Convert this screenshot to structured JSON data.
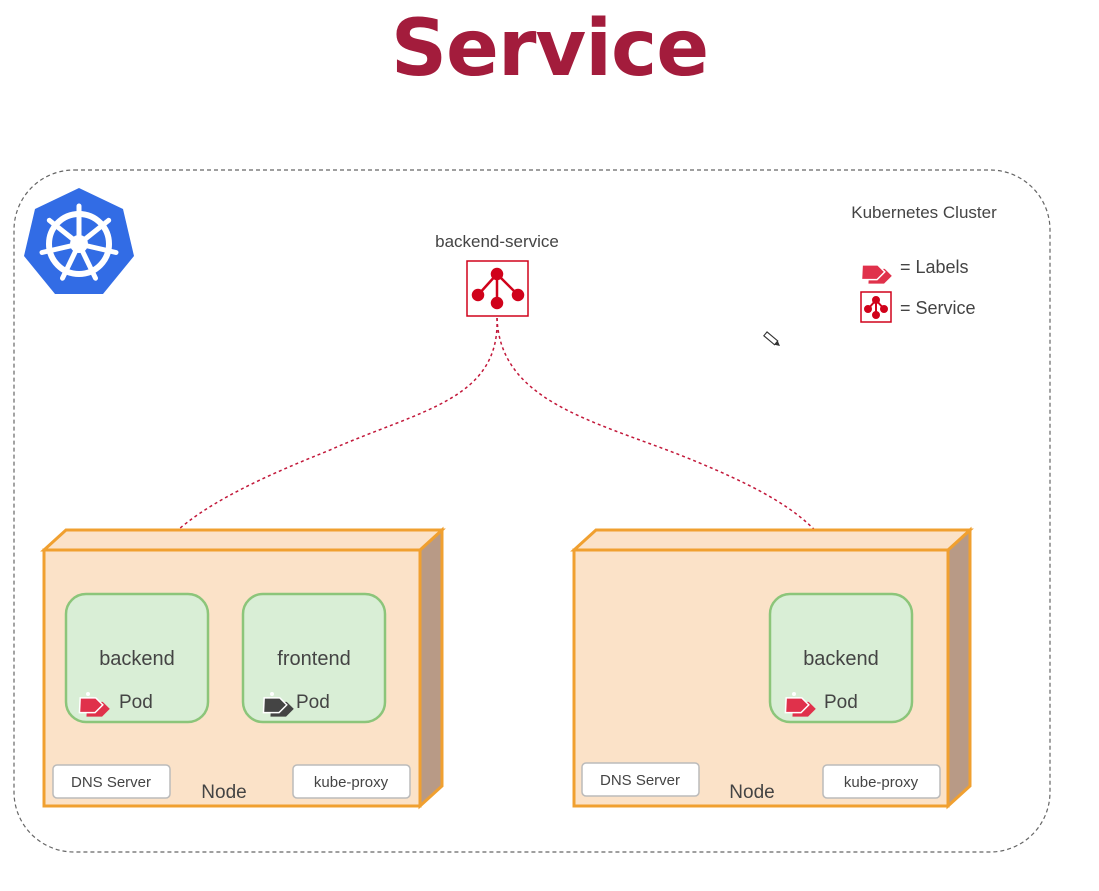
{
  "title": "Service",
  "cluster": {
    "label": "Kubernetes Cluster",
    "legend": {
      "labels_text": "= Labels",
      "service_text": "= Service"
    }
  },
  "service": {
    "name": "backend-service"
  },
  "nodes": [
    {
      "label": "Node",
      "dns_label": "DNS Server",
      "proxy_label": "kube-proxy",
      "pods": [
        {
          "name": "backend",
          "kind": "Pod",
          "tag_color": "#e0314b"
        },
        {
          "name": "frontend",
          "kind": "Pod",
          "tag_color": "#444444"
        }
      ]
    },
    {
      "label": "Node",
      "dns_label": "DNS Server",
      "proxy_label": "kube-proxy",
      "pods": [
        {
          "name": "backend",
          "kind": "Pod",
          "tag_color": "#e0314b"
        }
      ]
    }
  ],
  "colors": {
    "title": "#a31c3c",
    "k8s_blue": "#326ce5",
    "service_red": "#d0021b",
    "node_fill": "#fbe2c8",
    "node_border": "#f0a030",
    "pod_fill": "#d9eed6",
    "pod_border": "#8cc57a"
  },
  "icons": [
    "kubernetes-logo-icon",
    "service-icon",
    "label-tag-icon",
    "pencil-cursor-icon"
  ]
}
